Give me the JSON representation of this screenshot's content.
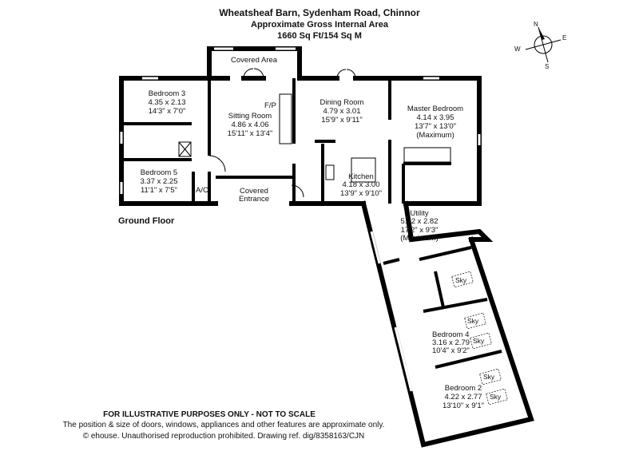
{
  "header": {
    "title": "Wheatsheaf Barn, Sydenham Road, Chinnor",
    "subtitle": "Approximate Gross Internal Area",
    "area": "1660 Sq Ft/154 Sq M"
  },
  "compass": {
    "n": "N",
    "e": "E",
    "s": "S",
    "w": "W"
  },
  "floor_label": "Ground Floor",
  "rooms": {
    "covered_area": {
      "name": "Covered Area"
    },
    "bedroom3": {
      "name": "Bedroom 3",
      "metric": "4.35 x 2.13",
      "imperial": "14'3\" x 7'0\""
    },
    "sitting": {
      "name": "Sitting Room",
      "metric": "4.86 x 4.06",
      "imperial": "15'11\" x 13'4\""
    },
    "fp": {
      "name": "F/P"
    },
    "dining": {
      "name": "Dining Room",
      "metric": "4.79 x 3.01",
      "imperial": "15'9\" x 9'11\""
    },
    "master": {
      "name": "Master Bedroom",
      "metric": "4.14 x 3.95",
      "imperial": "13'7\" x 13'0\"",
      "note": "(Maximum)"
    },
    "bedroom5": {
      "name": "Bedroom 5",
      "metric": "3.37 x 2.25",
      "imperial": "11'1\" x 7'5\""
    },
    "ac": {
      "name": "A/C"
    },
    "covered_entrance": {
      "name1": "Covered",
      "name2": "Entrance"
    },
    "kitchen": {
      "name": "Kitchen",
      "metric": "4.18 x 3.00",
      "imperial": "13'9\" x 9'10\""
    },
    "utility": {
      "name": "Utility",
      "metric": "5.22 x 2.82",
      "imperial": "17'2\" x 9'3\"",
      "note": "(Maximum)"
    },
    "bedroom4": {
      "name": "Bedroom 4",
      "metric": "3.16 x 2.79",
      "imperial": "10'4\" x 9'2\""
    },
    "bedroom2": {
      "name": "Bedroom 2",
      "metric": "4.22 x 2.77",
      "imperial": "13'10\" x 9'1\""
    },
    "sky": "Sky"
  },
  "footer": {
    "disclaimer": "FOR ILLUSTRATIVE PURPOSES ONLY - NOT TO SCALE",
    "note": "The position & size of doors, windows, appliances and other features are approximate only.",
    "copyright": "© ehouse. Unauthorised reproduction prohibited. Drawing ref. dig/8358163/CJN"
  }
}
